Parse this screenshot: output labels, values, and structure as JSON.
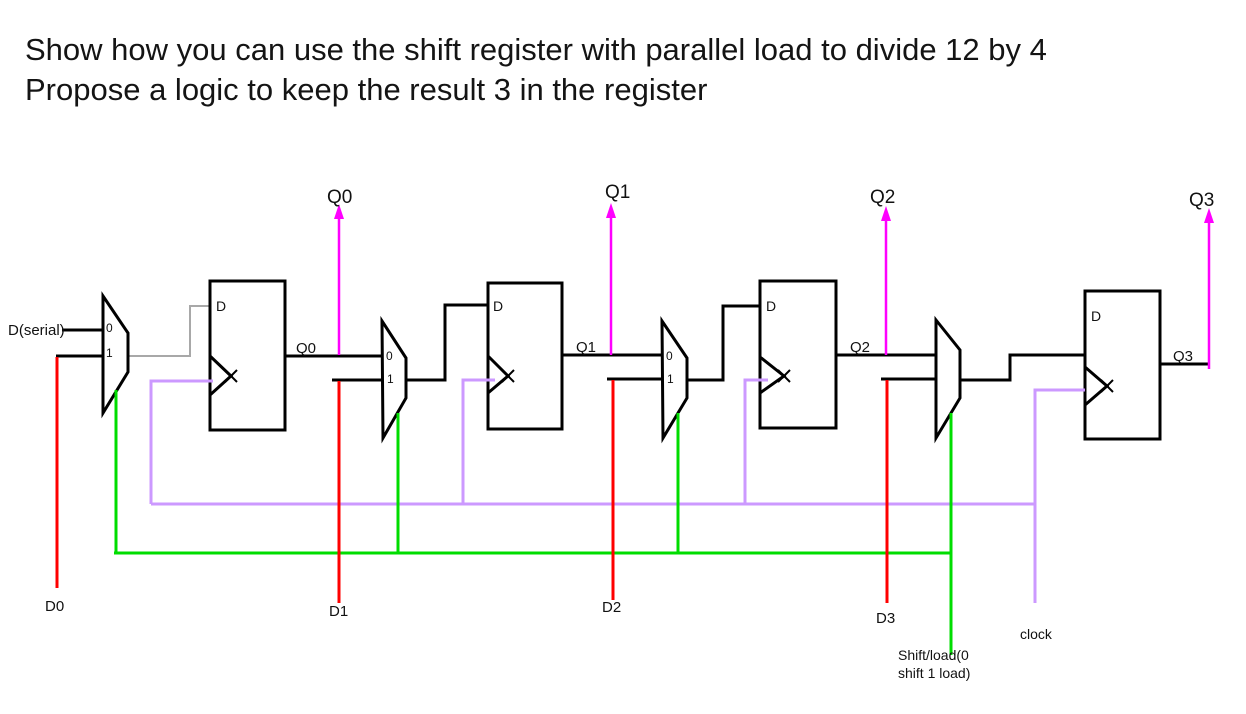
{
  "title": {
    "line1": "Show how you can use the shift register with parallel load to divide 12 by 4",
    "line2": "Propose a logic to keep the result 3 in the register"
  },
  "colors": {
    "wire_black": "#000000",
    "mux_output_gray": "#a8a8a8",
    "q_arrow_magenta": "#ff00ff",
    "d_input_red": "#ff0000",
    "shift_load_green": "#00dd00",
    "clock_purple": "#cc99ff"
  },
  "signals": {
    "d_serial": "D(serial)",
    "clock": "clock",
    "shift_load_line1": "Shift/load(0",
    "shift_load_line2": "shift 1 load)",
    "ff_d_pin": "D",
    "mux_in0": "0",
    "mux_in1": "1",
    "q_outputs": [
      "Q0",
      "Q1",
      "Q2",
      "Q3"
    ],
    "d_inputs": [
      "D0",
      "D1",
      "D2",
      "D3"
    ]
  }
}
